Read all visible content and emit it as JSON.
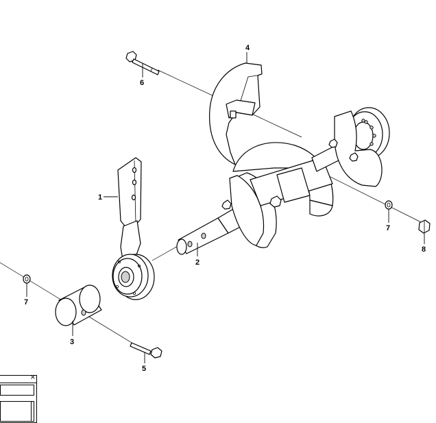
{
  "callouts": {
    "part1": "1",
    "part2": "2",
    "part3": "3",
    "part4": "4",
    "part5": "5",
    "part6": "6",
    "part7a": "7",
    "part7b": "7",
    "part8": "8"
  },
  "dialog": {
    "close_glyph": "×"
  }
}
